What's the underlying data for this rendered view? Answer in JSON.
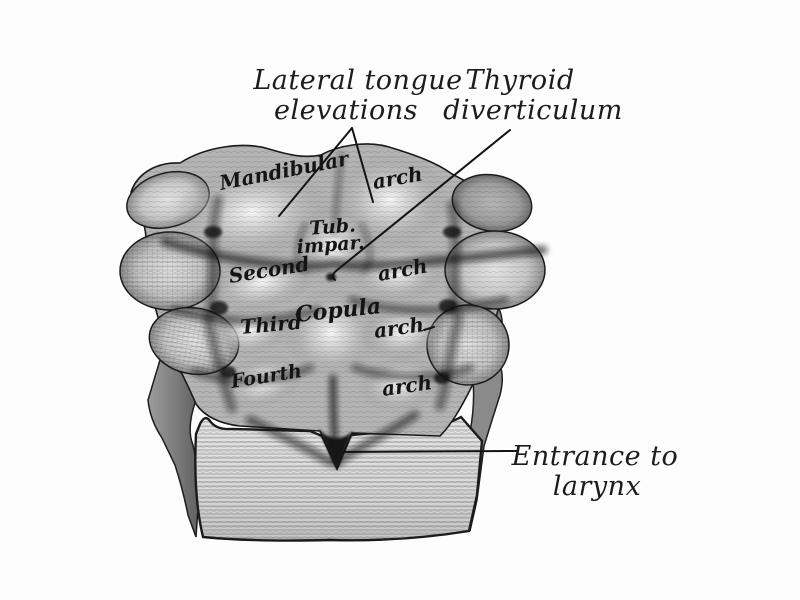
{
  "annotations": {
    "lateral_tongue_elevations": {
      "line1": "Lateral tongue",
      "line2": "elevations"
    },
    "thyroid_diverticulum": {
      "line1": "Thyroid",
      "line2": "diverticulum"
    },
    "entrance_to_larynx": {
      "line1": "Entrance to",
      "line2": "larynx"
    }
  },
  "structure_labels": {
    "mandibular": "Mandibular",
    "arch_1": "arch",
    "tuberculum_impar_line1": "Tub.",
    "tuberculum_impar_line2": "impar.",
    "second": "Second",
    "arch_2": "arch",
    "third": "Third",
    "copula": "Copula",
    "arch_3": "arch",
    "fourth": "Fourth",
    "arch_4": "arch"
  },
  "colors": {
    "background": "#fdfdfd",
    "ink": "#1a1a1a",
    "mass_base": "#b4b4b4",
    "lobe_light": "#d2d2d2",
    "lobe_dark": "#9a9a9a",
    "cut_surface": "#dedede",
    "shadow": "#151515"
  }
}
